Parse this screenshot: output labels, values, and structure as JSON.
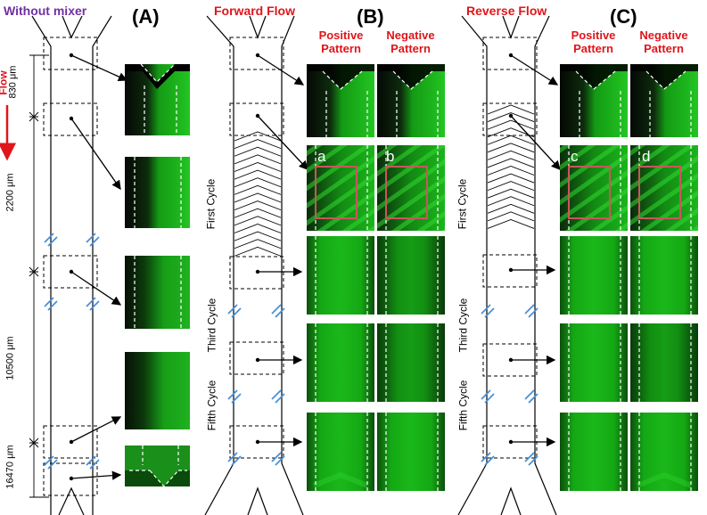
{
  "colors": {
    "accent_red": "#e0151a",
    "accent_purple": "#7030a0",
    "break_blue": "#4a8fd8",
    "fluor_green": "#1fc21f",
    "highlight_box": "#c9575a"
  },
  "panel_a": {
    "letter": "(A)",
    "title": "Without mixer",
    "flow_label": "Flow",
    "dimensions": [
      "830 μm",
      "2200 μm",
      "10500 μm",
      "16470 μm"
    ]
  },
  "panel_b": {
    "letter": "(B)",
    "title": "Forward Flow",
    "col_positive": [
      "Positive",
      "Pattern"
    ],
    "col_negative": [
      "Negative",
      "Pattern"
    ],
    "cycles": [
      "First Cycle",
      "Third Cycle",
      "Fifth Cycle"
    ],
    "sub_labels": [
      "a",
      "b"
    ]
  },
  "panel_c": {
    "letter": "(C)",
    "title": "Reverse Flow",
    "col_positive": [
      "Positive",
      "Pattern"
    ],
    "col_negative": [
      "Negative",
      "Pattern"
    ],
    "cycles": [
      "First Cycle",
      "Third Cycle",
      "Fifth Cycle"
    ],
    "sub_labels": [
      "c",
      "d"
    ]
  }
}
